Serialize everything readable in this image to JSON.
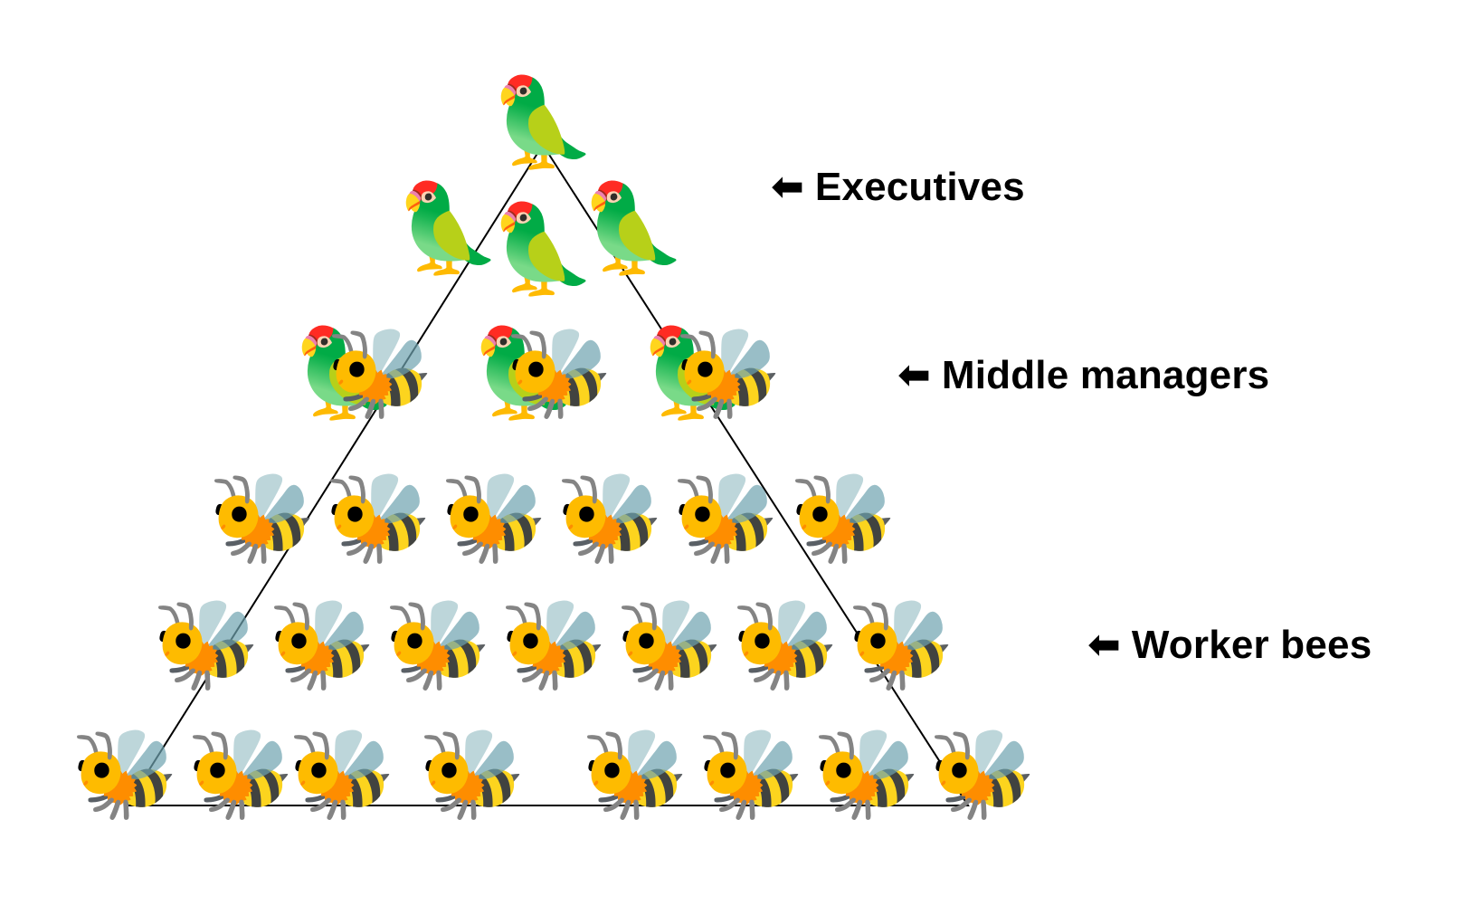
{
  "labels": {
    "executives": "Executives",
    "middle_managers": "Middle managers",
    "worker_bees": "Worker bees"
  },
  "icons": {
    "arrow": "left-arrow-icon",
    "executive": "parrot-icon",
    "middle_manager": "parrot-bee-icon",
    "worker": "bee-icon"
  },
  "glyphs": {
    "arrow": "⬅",
    "parrot": "🦜",
    "bee": "🐝"
  },
  "colors": {
    "text": "#000000",
    "line": "#000000",
    "background": "#ffffff"
  },
  "counts": {
    "executives": 4,
    "middle_managers": 3,
    "worker_bees": 21
  }
}
